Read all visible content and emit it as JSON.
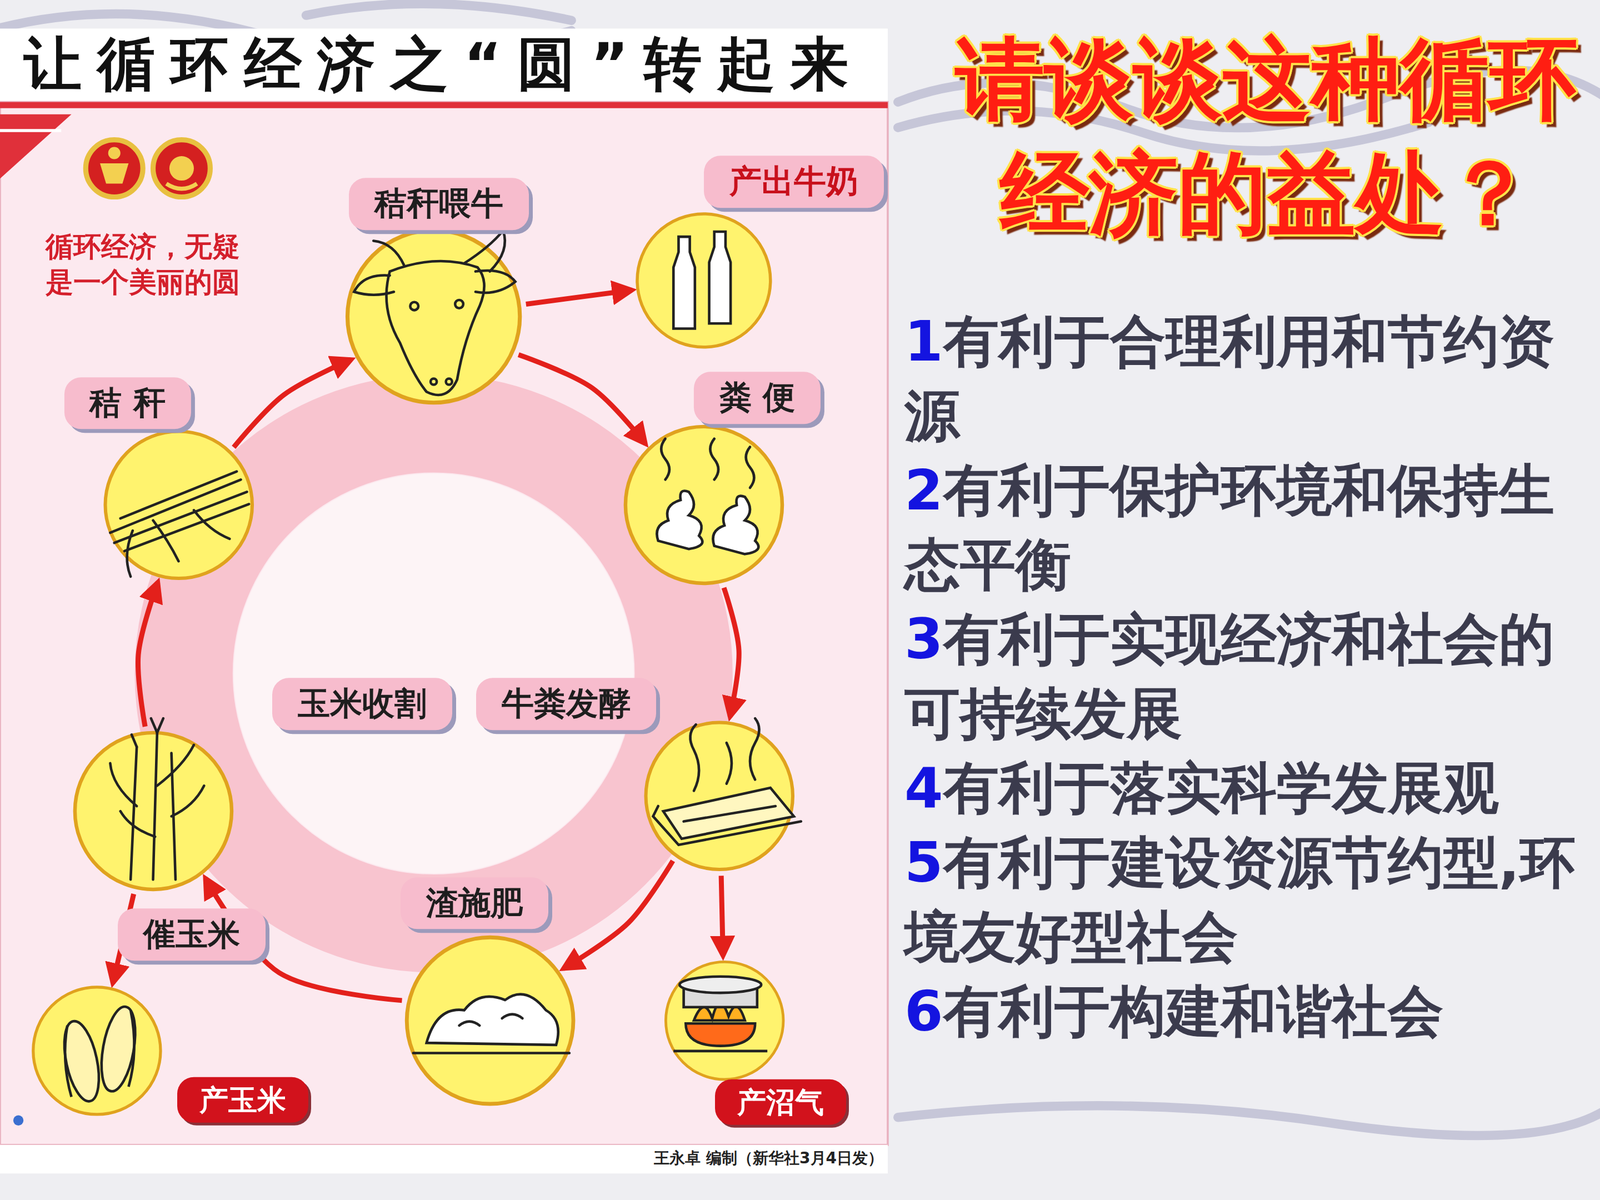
{
  "diagram": {
    "title": "让循环经济之“圆”转起来",
    "nodes": [
      {
        "text": [
          "秸秆喂牛"
        ]
      },
      {
        "text": [
          "产出牛奶"
        ]
      },
      {
        "text": [
          "秸 秆"
        ]
      },
      {
        "text": [
          "粪 便"
        ]
      },
      {
        "text": [
          "玉米收割"
        ]
      },
      {
        "text": [
          "牛粪发酵"
        ]
      },
      {
        "text": [
          "渣施肥"
        ]
      },
      {
        "text": [
          "产玉米"
        ]
      },
      {
        "text": [
          "产沼气"
        ]
      }
    ],
    "edges": [
      {
        "from": 2,
        "to": 0,
        "arrow": "to"
      },
      {
        "from": 0,
        "to": 1,
        "arrow": "to"
      },
      {
        "from": 0,
        "to": 3,
        "arrow": "to"
      },
      {
        "from": 3,
        "to": 5,
        "arrow": "to"
      },
      {
        "from": 5,
        "to": 8,
        "arrow": "to"
      },
      {
        "from": 5,
        "to": 6,
        "arrow": "to"
      },
      {
        "from": 6,
        "to": 4,
        "label": "催玉米",
        "arrow": "to"
      },
      {
        "from": 4,
        "to": 7,
        "arrow": "to"
      },
      {
        "from": 4,
        "to": 2,
        "arrow": "to"
      }
    ],
    "labels": [
      "循环经济，无疑是一个美丽的圆",
      "王永卓 编制（新华社3月4日发）",
      "请谈谈这种循环经济的益处？",
      "1",
      "有利于合理利用和节约资源",
      "2",
      "有利于保护环境和保持生态平衡",
      "3",
      "有利于实现经济和社会的可持续发展",
      "4",
      "有利于落实科学发展观",
      "5",
      "有利于建设资源节约型,环境友好型社会",
      "6",
      "有利于构建和谐社会"
    ]
  }
}
